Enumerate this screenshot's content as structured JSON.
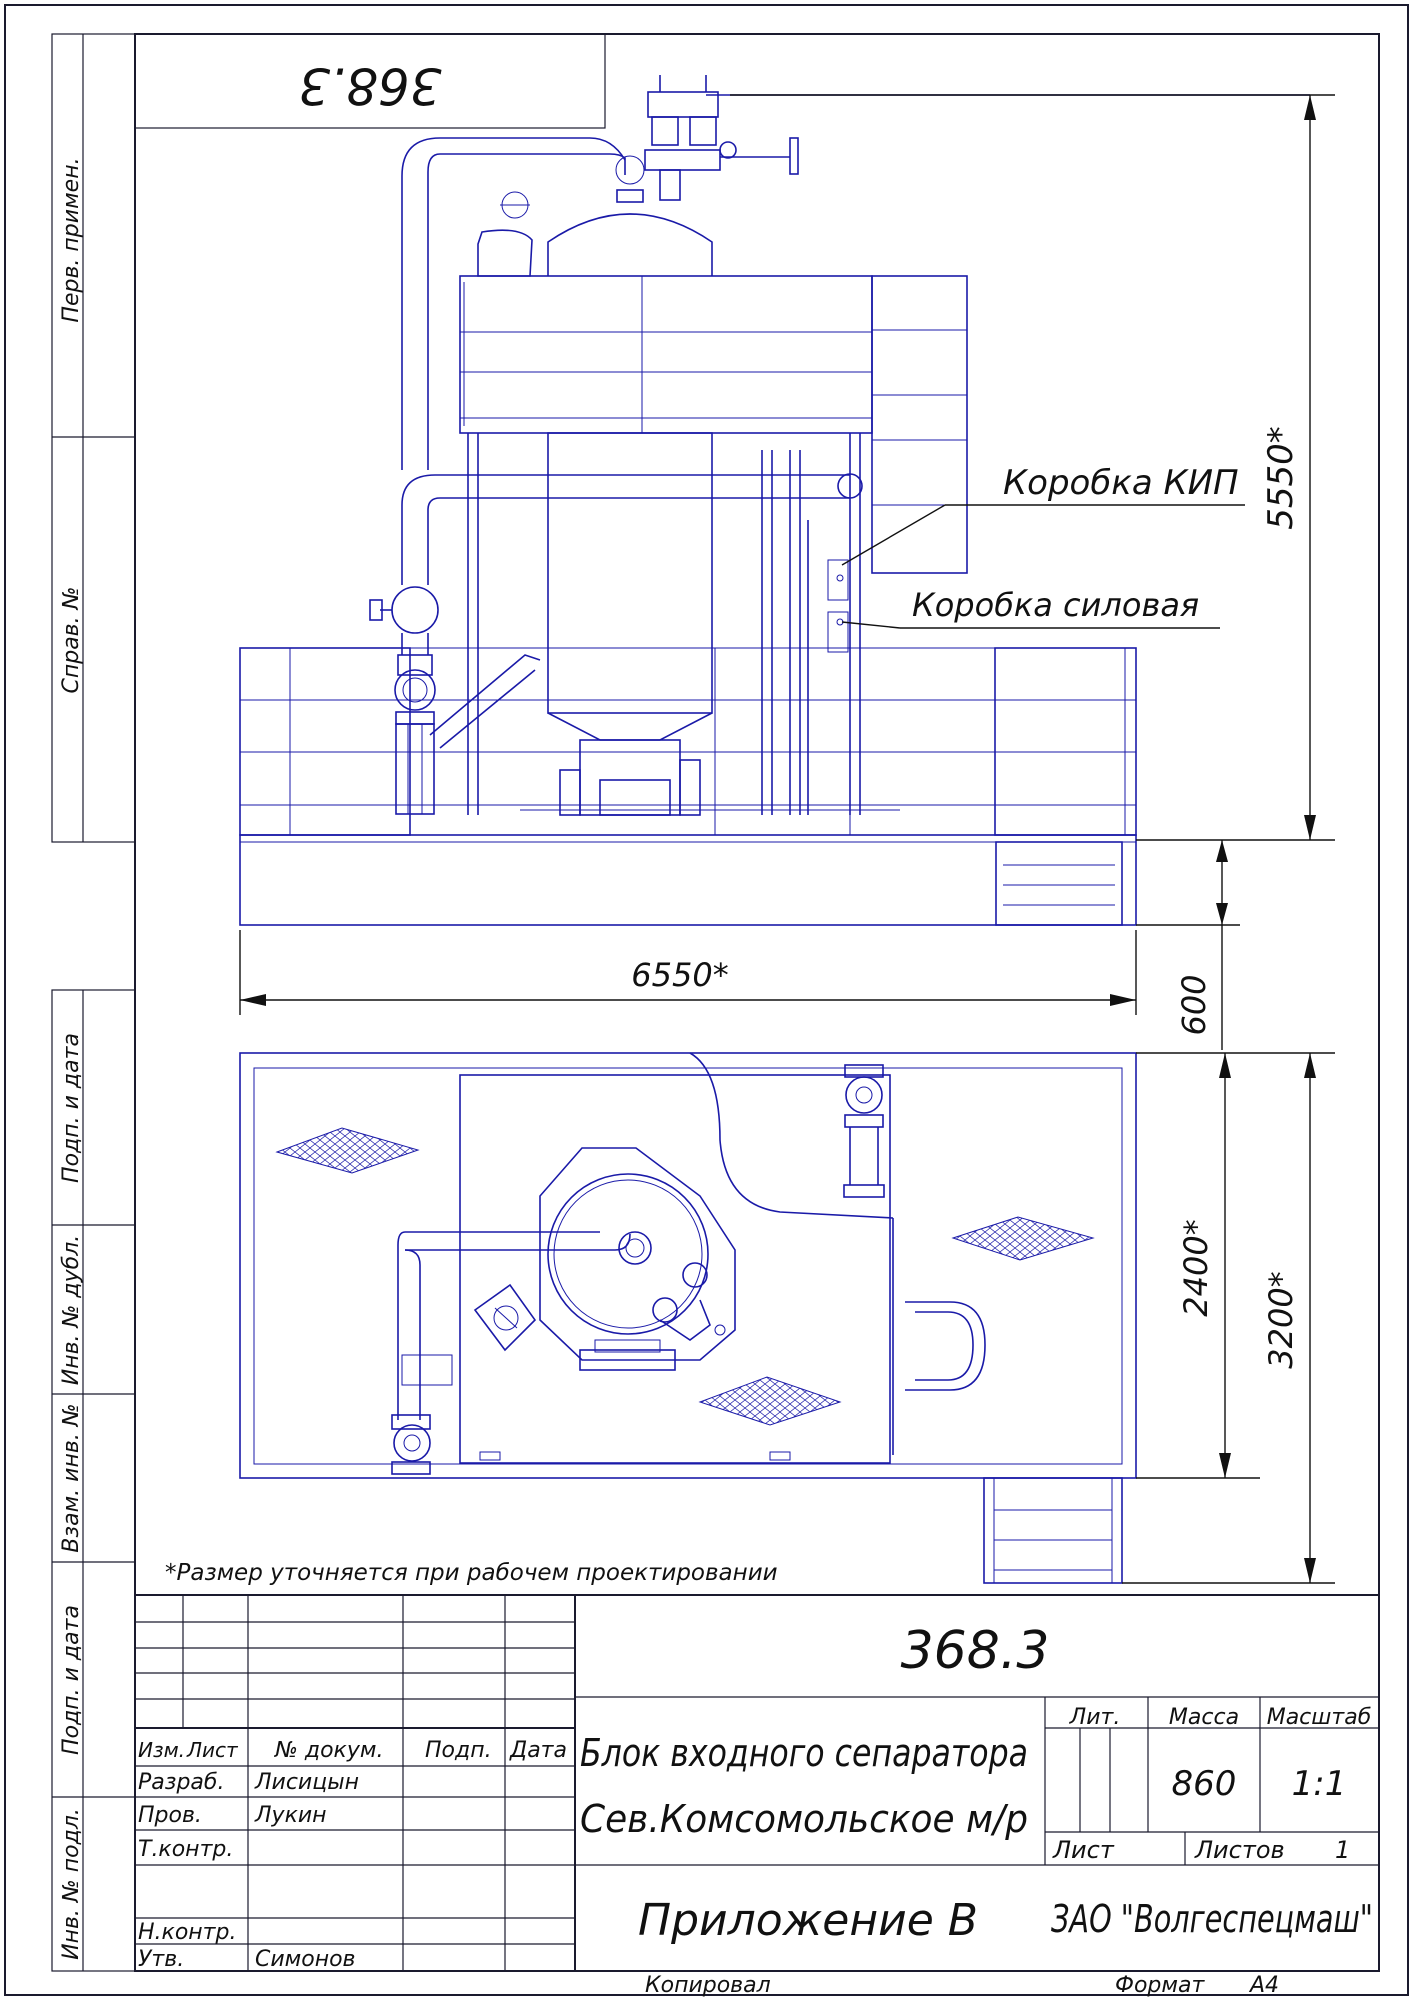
{
  "document": {
    "code": "368.3",
    "code_rotated": "368.3",
    "note": "*Размер уточняется при рабочем проектировании",
    "copied_label": "Копировал",
    "format_label": "Формат",
    "format_value": "А4"
  },
  "callouts": {
    "kip_box": "Коробка КИП",
    "power_box": "Коробка силовая"
  },
  "dimensions": {
    "height_total": "5550*",
    "base_height": "600",
    "width_total": "6550*",
    "plan_inner": "2400*",
    "plan_outer": "3200*"
  },
  "side_column": {
    "perv_primen": "Перв. примен.",
    "sprav_no": "Справ. №",
    "podp_data_1": "Подп. и дата",
    "inv_dubl": "Инв. № дубл.",
    "vzam_inv": "Взам. инв. №",
    "podp_data_2": "Подп. и дата",
    "inv_podl": "Инв. № подл."
  },
  "title_block": {
    "headers": {
      "izm": "Изм.",
      "list": "Лист",
      "doc_no": "№ докум.",
      "podp": "Подп.",
      "data": "Дата"
    },
    "roles": {
      "razrab": "Разраб.",
      "prov": "Пров.",
      "t_kontr": "Т.контр.",
      "n_kontr": "Н.контр.",
      "utv": "Утв."
    },
    "names": {
      "razrab": "Лисицын",
      "prov": "Лукин",
      "utv": "Симонов"
    },
    "title_line1": "Блок входного сепаратора",
    "title_line2": "Сев.Комсомольское м/р",
    "subtitle": "Приложение В",
    "lit_label": "Лит.",
    "mass_label": "Масса",
    "scale_label": "Масштаб",
    "mass_value": "860",
    "scale_value": "1:1",
    "sheet_label": "Лист",
    "sheets_label": "Листов",
    "sheets_value": "1",
    "company": "ЗАО \"Волгеспецмаш\""
  },
  "colors": {
    "ink": "#1a1aa8",
    "frame": "#1a1a2e",
    "paper": "#ffffff"
  }
}
